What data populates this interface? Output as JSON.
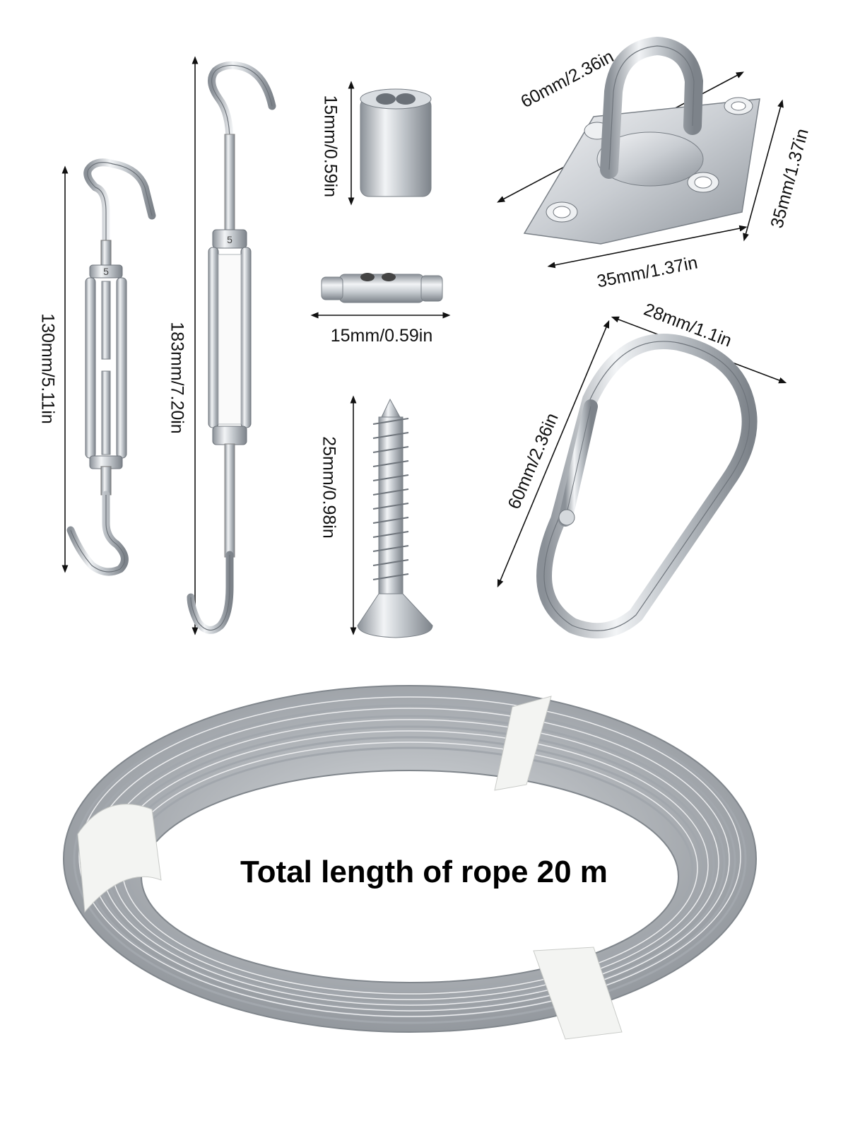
{
  "dimensions": {
    "turnbuckle_small_length": "130mm/5.11in",
    "turnbuckle_large_length": "183mm/7.20in",
    "ferrule_height": "15mm/0.59in",
    "cable_clamp_width": "15mm/0.59in",
    "screw_length": "25mm/0.98in",
    "pad_eye_diagonal": "60mm/2.36in",
    "pad_eye_side_vertical": "35mm/1.37in",
    "pad_eye_side_horizontal": "35mm/1.37in",
    "carabiner_width": "28mm/1.1in",
    "carabiner_length": "60mm/2.36in"
  },
  "turnbuckle_marking": "5",
  "caption": "Total length of rope 20 m",
  "colors": {
    "background": "#ffffff",
    "steel_light": "#e9ebee",
    "steel_mid": "#b9bec4",
    "steel_dark": "#6f757c",
    "text": "#111111"
  }
}
